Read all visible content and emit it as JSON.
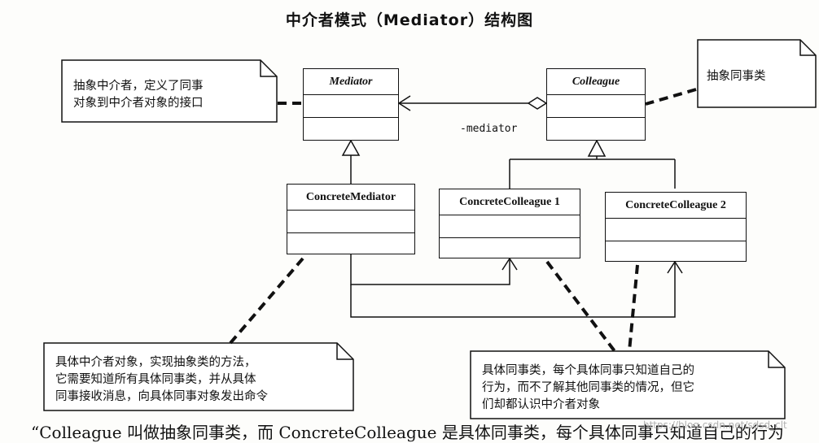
{
  "title": "中介者模式（Mediator）结构图",
  "classes": {
    "mediator": "Mediator",
    "colleague": "Colleague",
    "concrete_mediator": "ConcreteMediator",
    "concrete_colleague_1": "ConcreteColleague 1",
    "concrete_colleague_2": "ConcreteColleague 2"
  },
  "role_label": "-mediator",
  "notes": {
    "abstract_mediator": "抽象中介者，定义了同事\n对象到中介者对象的接口",
    "abstract_colleague": "抽象同事类",
    "concrete_mediator": "具体中介者对象，实现抽象类的方法，\n它需要知道所有具体同事类，并从具体\n同事接收消息，向具体同事对象发出命令",
    "concrete_colleague": "具体同事类，每个具体同事只知道自己的\n行为，而不了解其他同事类的情况，但它\n们却都认识中介者对象"
  },
  "bottom_text": "“Colleague 叫做抽象同事类，而 ConcreteColleague 是具体同事类，每个具体同事只知道自己的行为",
  "watermark": "https://blog.csdn.net/sdsd_clt"
}
